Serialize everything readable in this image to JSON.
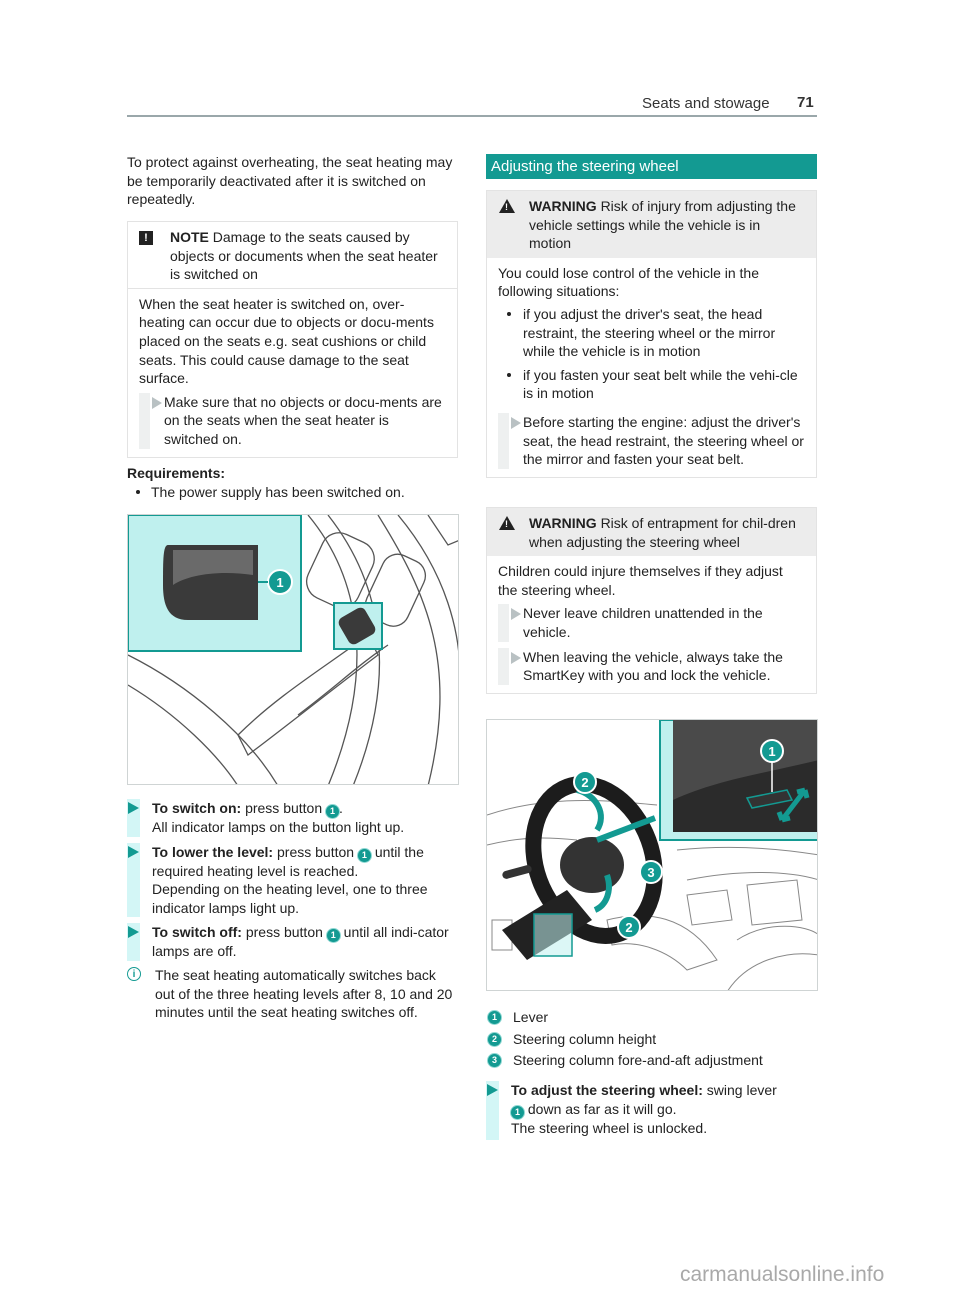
{
  "header": {
    "section": "Seats and stowage",
    "page_number": "71"
  },
  "left": {
    "intro": "To protect against overheating, the seat heating may be temporarily deactivated after it is switched on repeatedly.",
    "note": {
      "label": "NOTE",
      "title": "Damage to the seats caused by objects or documents when the seat heater is switched on",
      "body": "When the seat heater is switched on, over-heating can occur due to objects or docu-ments placed on the seats e.g. seat cushions or child seats. This could cause damage to the seat surface.",
      "action": "Make sure that no objects or docu-ments are on the seats when the seat heater is switched on."
    },
    "requirements": {
      "title": "Requirements:",
      "items": [
        "The power supply has been switched on."
      ]
    },
    "figure_callout": "1",
    "steps": [
      {
        "bold": "To switch on:",
        "text": " press button ",
        "ref": "1",
        "after": ".",
        "extra": "All indicator lamps on the button light up."
      },
      {
        "bold": "To lower the level:",
        "text": " press button ",
        "ref": "1",
        "after": " until the required heating level is reached.",
        "extra": "Depending on the heating level, one to three indicator lamps light up."
      },
      {
        "bold": "To switch off:",
        "text": " press button ",
        "ref": "1",
        "after": " until all indi-cator lamps are off.",
        "extra": ""
      }
    ],
    "info": "The seat heating automatically switches back out of the three heating levels after 8, 10 and 20 minutes until the seat heating switches off."
  },
  "right": {
    "heading": "Adjusting the steering wheel",
    "warning1": {
      "label": "WARNING",
      "title": "Risk of injury from adjusting the vehicle settings while the vehicle is in motion",
      "body": "You could lose control of the vehicle in the following situations:",
      "bullets": [
        "if you adjust the driver's seat, the head restraint, the steering wheel or the mirror while the vehicle is in motion",
        "if you fasten your seat belt while the vehi-cle is in motion"
      ],
      "action": "Before starting the engine: adjust the driver's seat, the head restraint, the steering wheel or the mirror and fasten your seat belt."
    },
    "warning2": {
      "label": "WARNING",
      "title": "Risk of entrapment for chil-dren when adjusting the steering wheel",
      "body": "Children could injure themselves if they adjust the steering wheel.",
      "actions": [
        "Never leave children unattended in the vehicle.",
        "When leaving the vehicle, always take the SmartKey with you and lock the vehicle."
      ]
    },
    "figure_callouts": [
      "1",
      "2",
      "3",
      "2"
    ],
    "legend": [
      {
        "num": "1",
        "label": "Lever"
      },
      {
        "num": "2",
        "label": "Steering column height"
      },
      {
        "num": "3",
        "label": "Steering column fore-and-aft adjustment"
      }
    ],
    "step": {
      "bold": "To adjust the steering wheel:",
      "text": " swing lever ",
      "ref": "1",
      "after": " down as far as it will go.",
      "extra": "The steering wheel is unlocked."
    }
  },
  "watermark": "carmanualsonline.info",
  "colors": {
    "accent": "#139a92",
    "accent_light": "#d3f6f6",
    "warning_bg": "#ececec"
  }
}
